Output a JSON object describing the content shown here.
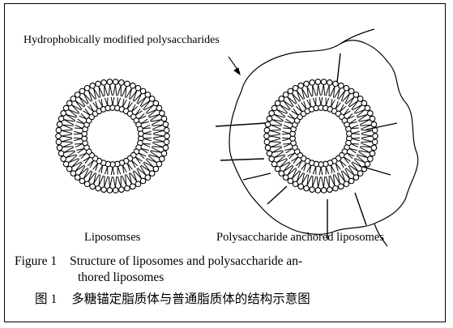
{
  "labels": {
    "annotation": "Hydrophobically modified polysaccharides",
    "left_structure": "Liposomses",
    "right_structure": "Polysaccharide anchored liposomes"
  },
  "caption": {
    "en_prefix": "Figure",
    "en_number": "1",
    "en_text_line1": "Structure of liposomes and polysaccharide an-",
    "en_text_line2": "thored liposomes",
    "zh_prefix": "图",
    "zh_number": "1",
    "zh_text": "多糖锚定脂质体与普通脂质体的结构示意图"
  },
  "diagram": {
    "outer_lipid_count": 58,
    "inner_lipid_count": 38,
    "anchored_chain_count": 9,
    "line_color": "#000000"
  }
}
